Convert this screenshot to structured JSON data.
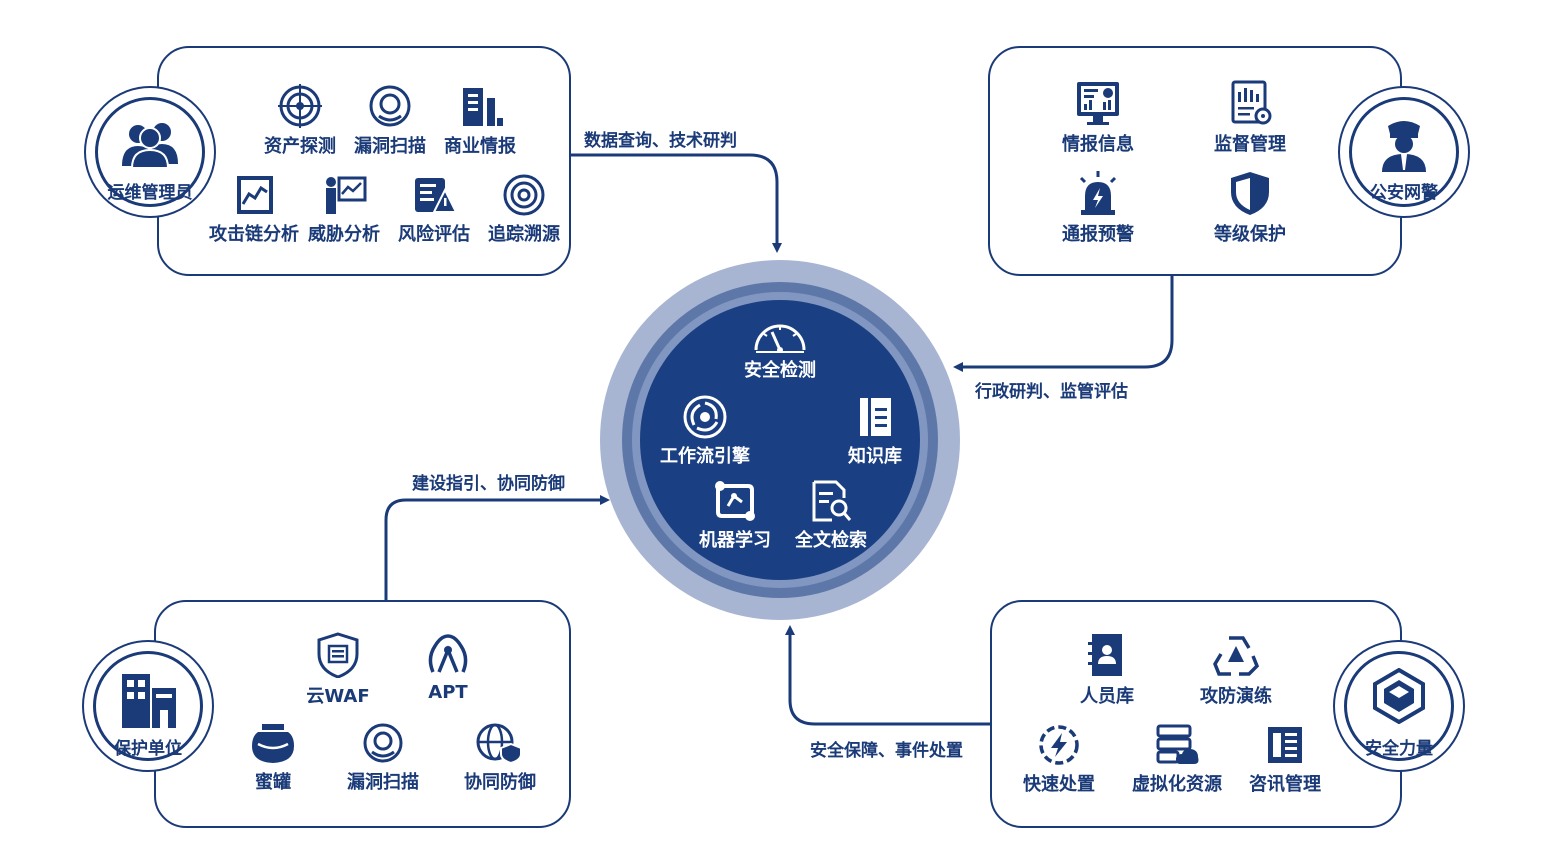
{
  "colors": {
    "primary": "#1a3a78",
    "ring_outer": "#a7b5d3",
    "ring_mid": "#5d78a8",
    "core": "#1a3f82",
    "background": "#ffffff"
  },
  "top_left": {
    "role": "运维管理员",
    "items": [
      "资产探测",
      "漏洞扫描",
      "商业情报",
      "攻击链分析",
      "威胁分析",
      "风险评估",
      "追踪溯源"
    ],
    "icons": [
      "target-icon",
      "scan-icon",
      "building-icon",
      "chart-icon",
      "presenter-icon",
      "risk-icon",
      "trace-icon"
    ]
  },
  "top_right": {
    "role": "公安网警",
    "items": [
      "情报信息",
      "监督管理",
      "通报预警",
      "等级保护"
    ],
    "icons": [
      "monitor-icon",
      "report-icon",
      "alarm-icon",
      "shield-icon"
    ]
  },
  "bottom_left": {
    "role": "保护单位",
    "items": [
      "云WAF",
      "APT",
      "蜜罐",
      "漏洞扫描",
      "协同防御"
    ],
    "icons": [
      "waf-shield-icon",
      "apt-icon",
      "honeypot-icon",
      "scan-icon",
      "globe-shield-icon"
    ]
  },
  "bottom_right": {
    "role": "安全力量",
    "items": [
      "人员库",
      "攻防演练",
      "快速处置",
      "虚拟化资源",
      "咨讯管理"
    ],
    "icons": [
      "contact-book-icon",
      "recycle-icon",
      "quick-response-icon",
      "server-cloud-icon",
      "news-icon"
    ]
  },
  "center": {
    "items": [
      "安全检测",
      "工作流引擎",
      "知识库",
      "机器学习",
      "全文检索"
    ],
    "icons": [
      "gauge-icon",
      "swirl-icon",
      "book-icon",
      "network-icon",
      "doc-search-icon"
    ]
  },
  "edges": {
    "top_left_to_center": "数据查询、技术研判",
    "top_right_to_center": "行政研判、监管评估",
    "bottom_left_to_center": "建设指引、协同防御",
    "bottom_right_to_center": "安全保障、事件处置"
  }
}
